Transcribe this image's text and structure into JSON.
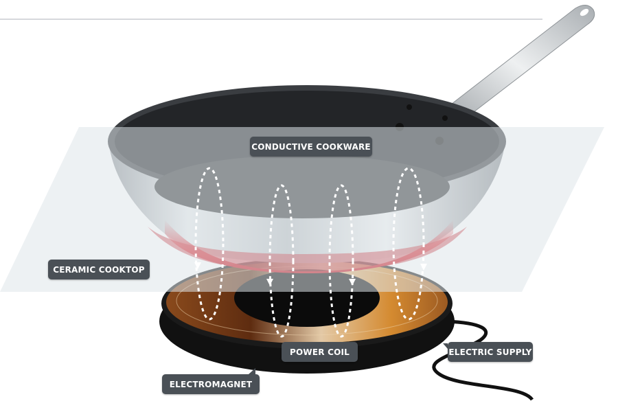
{
  "labels": {
    "cookware": "CONDUCTIVE COOKWARE",
    "cooktop": "CERAMIC COOKTOP",
    "coil": "POWER COIL",
    "supply": "ELECTRIC SUPPLY",
    "electromagnet": "ELECTROMAGNET"
  },
  "colors": {
    "label_bg": "#4a5056",
    "heat": "#d7202a",
    "copper": "#c9822e",
    "cooktop": "#e4e9ec"
  }
}
